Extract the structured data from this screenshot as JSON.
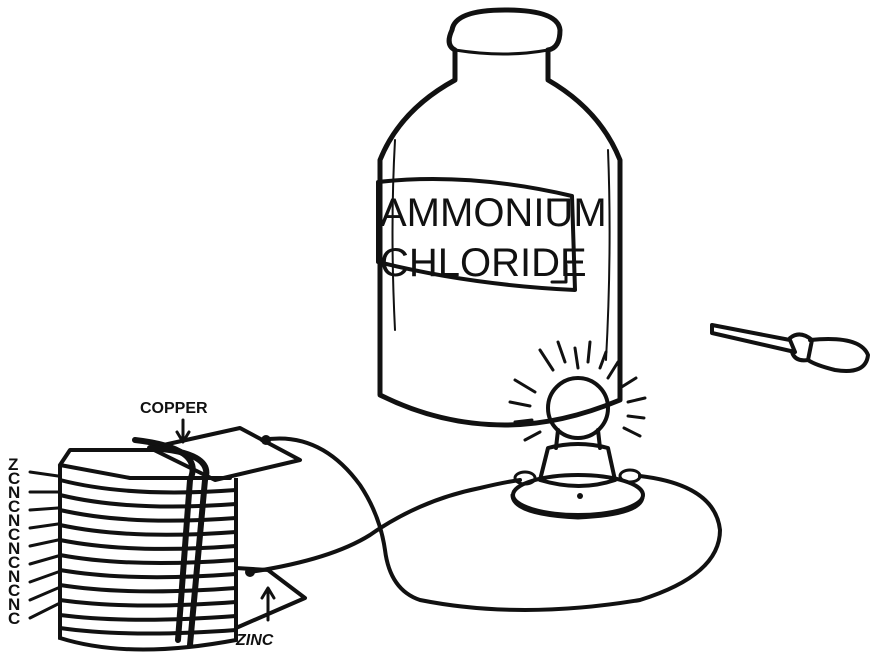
{
  "bottle": {
    "label_line1": "AMMONIUM",
    "label_line2": "CHLORIDE"
  },
  "battery": {
    "copper_label": "COPPER",
    "zinc_label": "ZINC",
    "side_labels": [
      "Z",
      "C",
      "N",
      "C",
      "N",
      "C",
      "N",
      "C",
      "N",
      "C",
      "N",
      "C"
    ]
  }
}
